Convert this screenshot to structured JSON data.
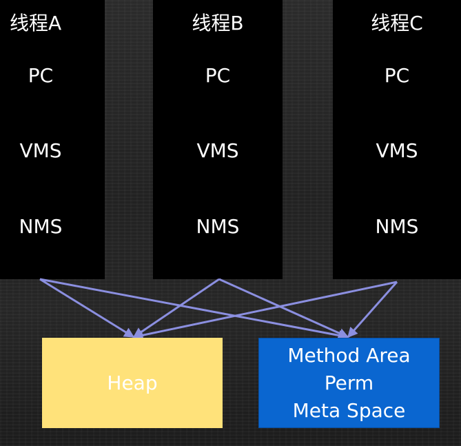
{
  "threads": [
    {
      "title": "线程A",
      "registers": [
        "PC",
        "VMS",
        "NMS"
      ]
    },
    {
      "title": "线程B",
      "registers": [
        "PC",
        "VMS",
        "NMS"
      ]
    },
    {
      "title": "线程C",
      "registers": [
        "PC",
        "VMS",
        "NMS"
      ]
    }
  ],
  "heap": {
    "label": "Heap"
  },
  "method_area": {
    "lines": [
      "Method Area",
      "Perm",
      "Meta Space"
    ]
  },
  "colors": {
    "thread_bg": "#000000",
    "heap_fill": "#ffe27a",
    "method_area_fill": "#0a66d0",
    "arrow": "#8b8fe0",
    "text": "#ffffff"
  }
}
